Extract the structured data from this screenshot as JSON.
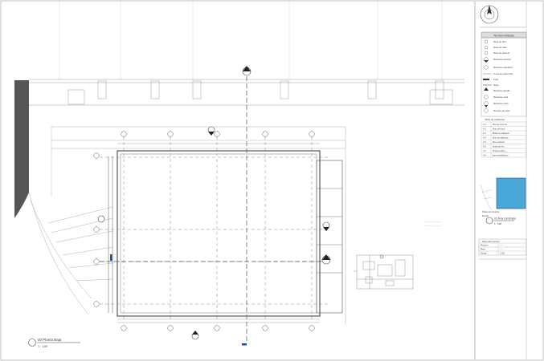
{
  "plan": {
    "view_title": "00 Planta Baja",
    "view_scale": "1 : 100",
    "note_lines": [
      "- - - - - - - - - - - -",
      "- - - - - - - - - - - -"
    ]
  },
  "title_block": {
    "legend_header": "Nomenclatura",
    "legend_rows": [
      "Nivel de piso",
      "Nivel de cielo",
      "Nivel de plafond",
      "Marca de sección",
      "Marca de elevación",
      "Línea de referencia",
      "Cota",
      "Norte",
      "Marca de detalle",
      "Marca de vista",
      "Marca de corte",
      "Nombre de vista"
    ],
    "finishes_header": "Tabla de acabados",
    "finishes_rows": [
      [
        "A-1",
        "Piso de concreto"
      ],
      [
        "A-2",
        "Muro de block"
      ],
      [
        "A-3",
        "Plafón de tablaroca"
      ],
      [
        "A-4",
        "Muro de tablaroca"
      ],
      [
        "A-5",
        "Piso cerámico"
      ],
      [
        "A-6",
        "Aplanado fino"
      ],
      [
        "A-7",
        "Pintura vinílica"
      ],
      [
        "A-8",
        "Impermeabilizante"
      ]
    ],
    "key_plan_label": "Planta de conjunto",
    "key_plan_sublabel": "Escala",
    "key_view_title": "01 Área construida",
    "key_view_scale": "1 : 500",
    "project_box_header": "Datos del proyecto",
    "project_rows": [
      [
        "Proyecto",
        "----"
      ],
      [
        "Plano",
        "----"
      ],
      [
        "Escala",
        "1:100"
      ]
    ]
  },
  "colors": {
    "line": "#555555",
    "grid": "#888888",
    "faint": "#c8c8c8",
    "accent": "#1a4fa0",
    "key_plan_fill": "#4aa8d8"
  }
}
